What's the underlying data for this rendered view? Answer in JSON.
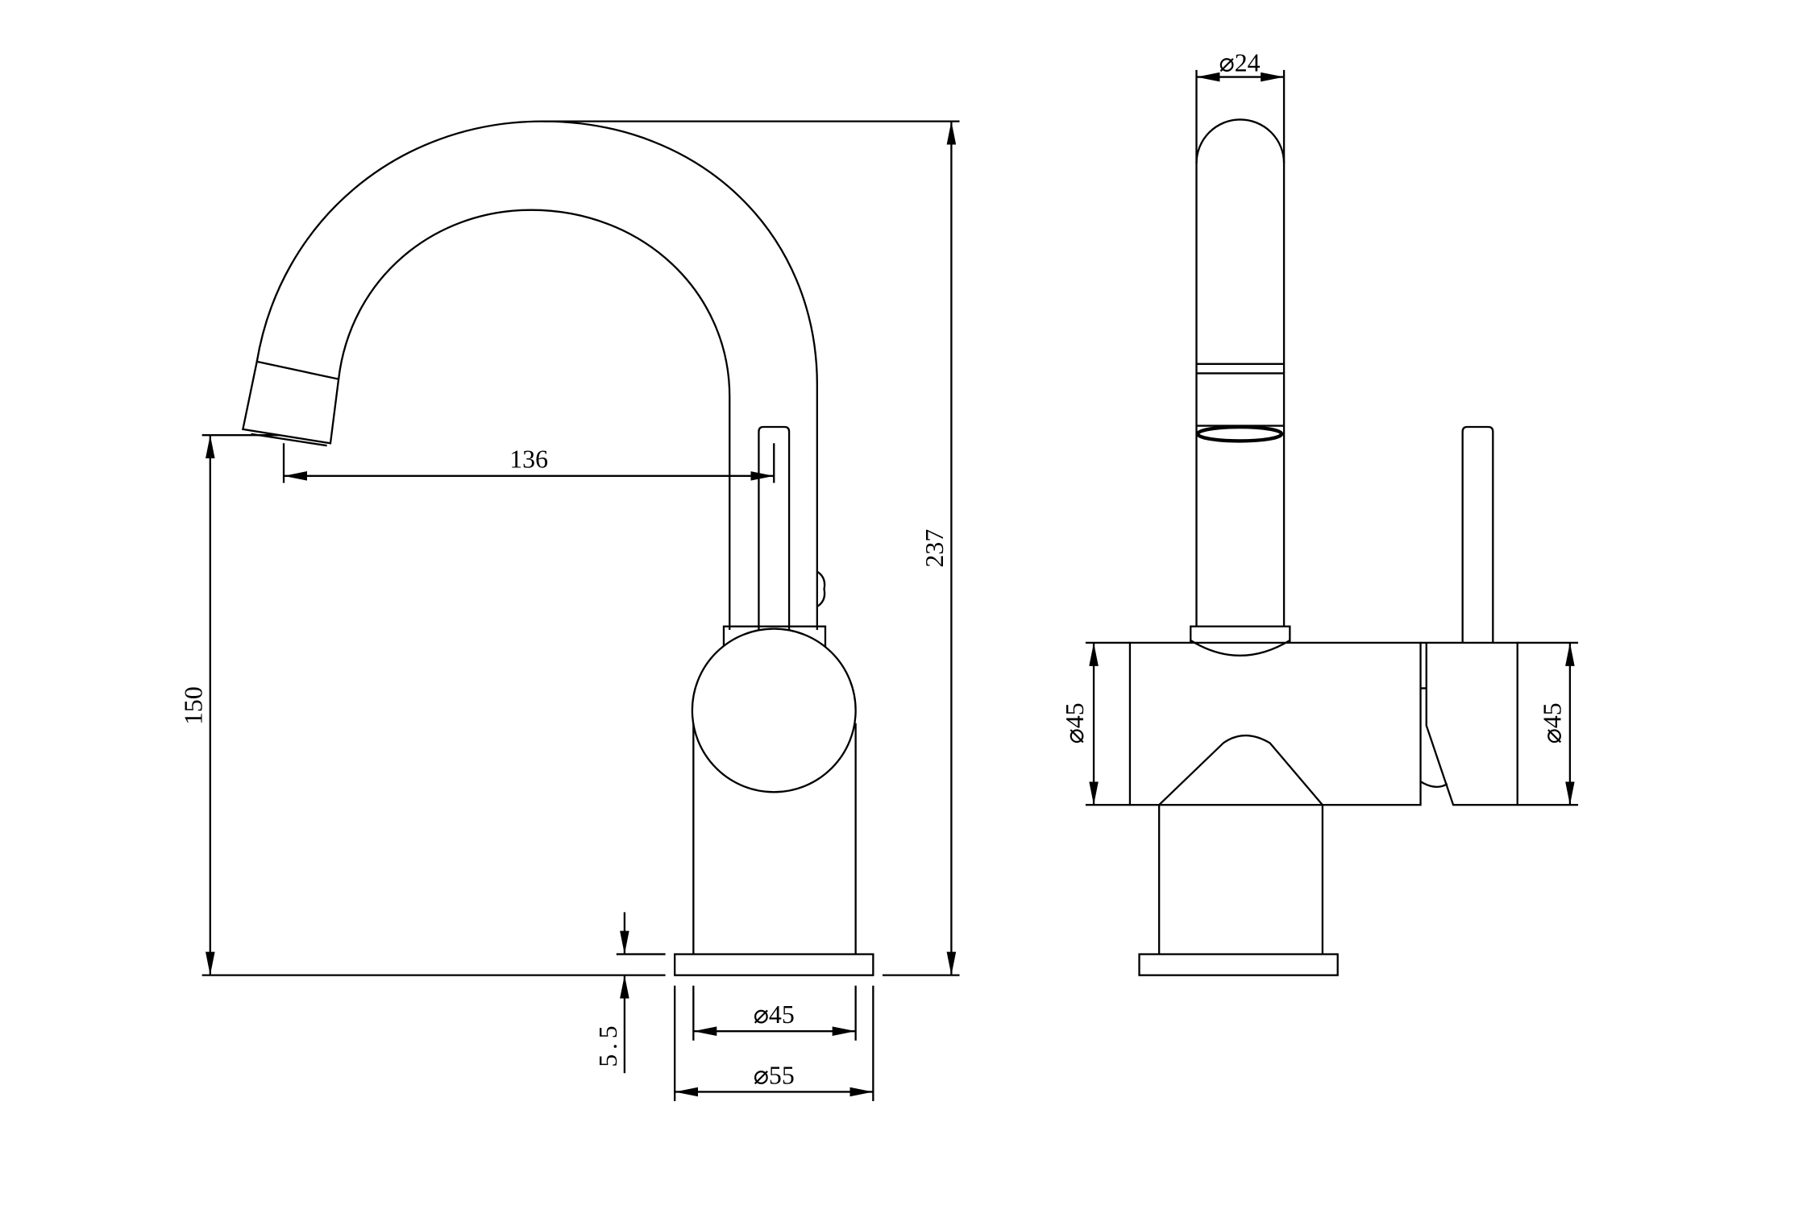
{
  "drawing": {
    "side_view": {
      "spout_reach": "136",
      "spout_height": "150",
      "overall_height": "237",
      "base_thickness": "5.5",
      "body_diameter": "⌀45",
      "base_diameter": "⌀55"
    },
    "front_view": {
      "spout_diameter": "⌀24",
      "body_diameter_left": "⌀45",
      "handle_diameter_right": "⌀45"
    }
  }
}
